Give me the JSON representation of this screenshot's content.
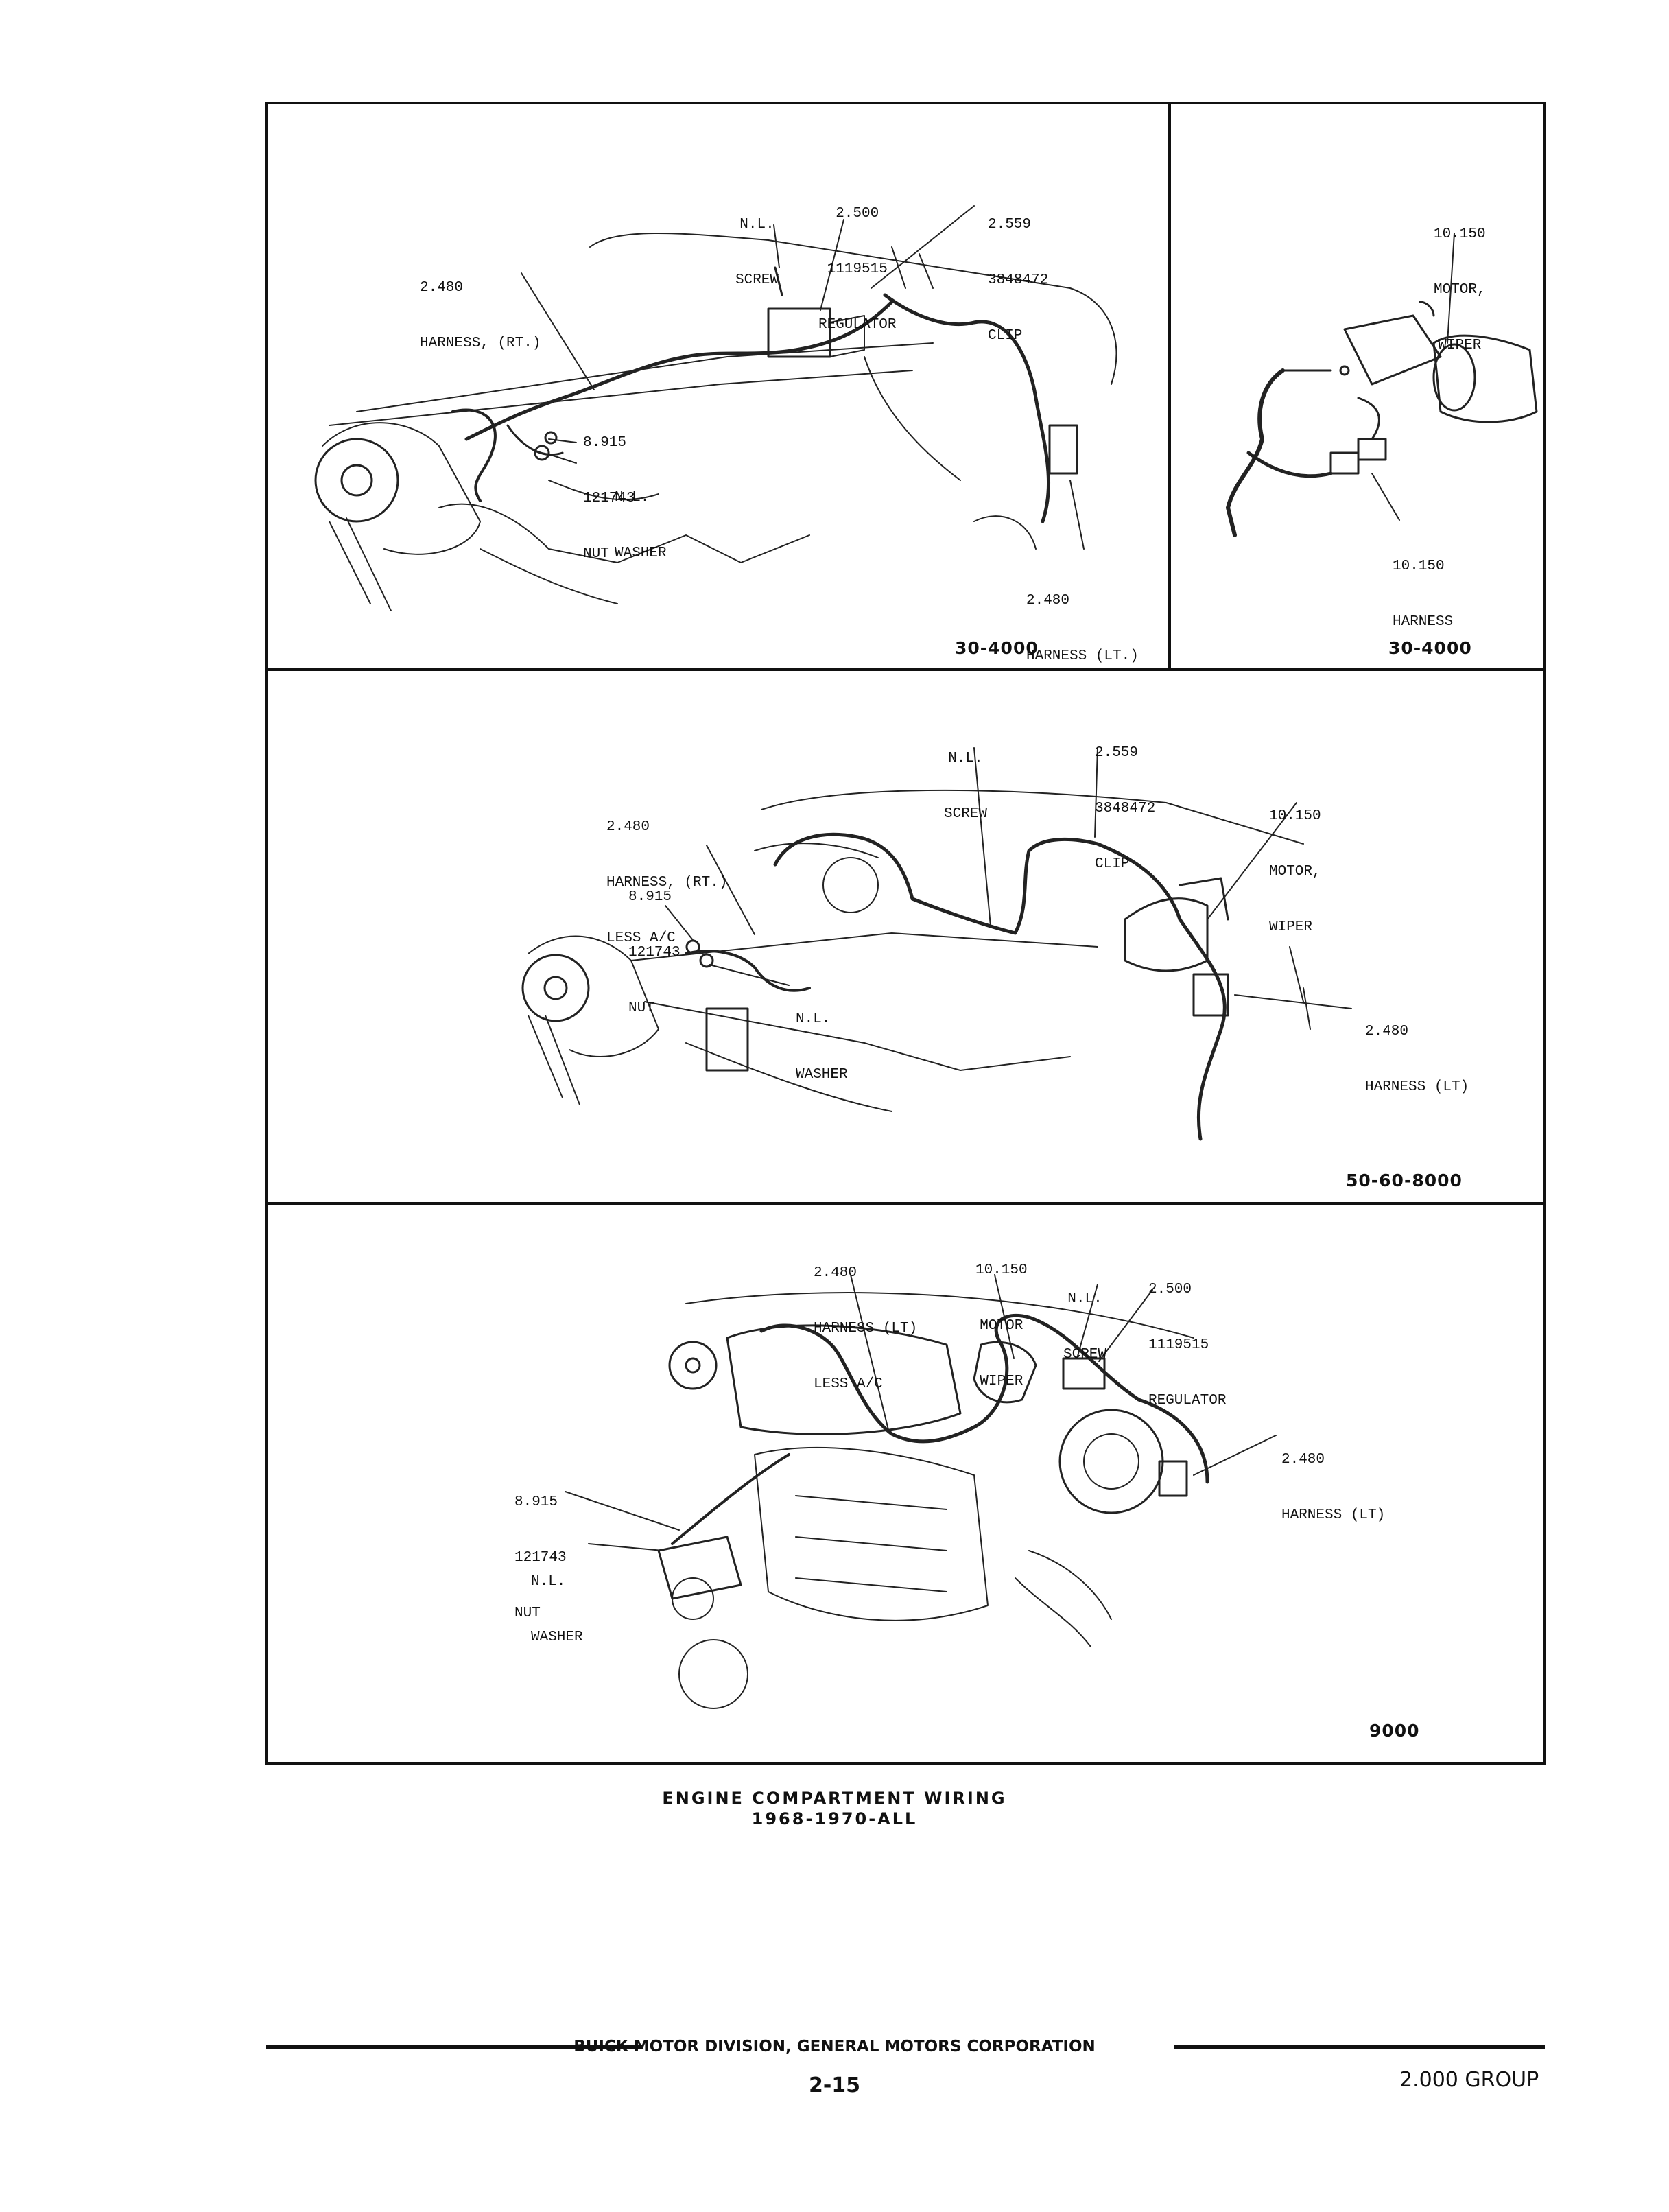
{
  "panels": {
    "p1": {
      "code": "30-4000",
      "labels": {
        "screw": [
          "N.L.",
          "SCREW"
        ],
        "regulator": [
          "2.500",
          "1119515",
          "REGULATOR"
        ],
        "clip": [
          "2.559",
          "3848472",
          "CLIP"
        ],
        "harness_rt": [
          "2.480",
          "HARNESS, (RT.)"
        ],
        "nut": [
          "8.915",
          "121743",
          "NUT"
        ],
        "washer": [
          "N.L.",
          "WASHER"
        ],
        "harness_lt": [
          "2.480",
          "HARNESS (LT.)"
        ]
      }
    },
    "p2": {
      "code": "30-4000",
      "labels": {
        "motor": [
          "10.150",
          "MOTOR,",
          "WIPER"
        ],
        "harness": [
          "10.150",
          "HARNESS"
        ]
      }
    },
    "p3": {
      "code": "50-60-8000",
      "labels": {
        "screw": [
          "N.L.",
          "SCREW"
        ],
        "clip": [
          "2.559",
          "3848472",
          "CLIP"
        ],
        "harness_rt": [
          "2.480",
          "HARNESS, (RT.)",
          "LESS A/C"
        ],
        "nut": [
          "8.915",
          "121743",
          "NUT"
        ],
        "motor": [
          "10.150",
          "MOTOR,",
          "WIPER"
        ],
        "washer": [
          "N.L.",
          "WASHER"
        ],
        "harness_lt": [
          "2.480",
          "HARNESS (LT)"
        ]
      }
    },
    "p4": {
      "code": "9000",
      "labels": {
        "harness_top": [
          "2.480",
          "HARNESS (LT)",
          "LESS A/C"
        ],
        "motor": [
          "10.150",
          "MOTOR",
          "WIPER"
        ],
        "screw": [
          "N.L.",
          "SCREW"
        ],
        "regulator": [
          "2.500",
          "1119515",
          "REGULATOR"
        ],
        "harness_lt": [
          "2.480",
          "HARNESS (LT)"
        ],
        "nut": [
          "8.915",
          "121743",
          "NUT"
        ],
        "washer": [
          "N.L.",
          "WASHER"
        ]
      }
    }
  },
  "caption": {
    "line1": "ENGINE COMPARTMENT WIRING",
    "line2": "1968-1970-ALL"
  },
  "footer": {
    "division": "BUICK MOTOR DIVISION, GENERAL MOTORS CORPORATION",
    "page": "2-15",
    "group": "2.000 GROUP"
  }
}
